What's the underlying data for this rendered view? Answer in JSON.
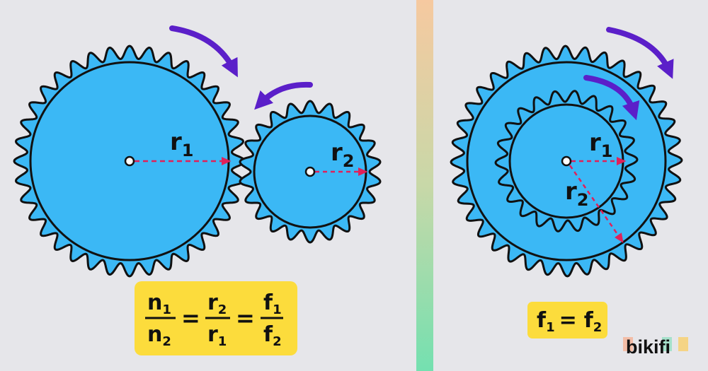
{
  "colors": {
    "background": "#e6e6ea",
    "gear_fill": "#3bb8f5",
    "outline": "#111111",
    "arrow": "#5b1fc9",
    "radius_line": "#e0215a",
    "formula_box": "#fcdc3c",
    "divider_top": "#f6c9a0",
    "divider_bottom": "#74e0b0"
  },
  "left_diagram": {
    "gear1_label": {
      "main": "r",
      "sub": "1"
    },
    "gear2_label": {
      "main": "r",
      "sub": "2"
    },
    "formula": {
      "frac1": {
        "num_main": "n",
        "num_sub": "1",
        "den_main": "n",
        "den_sub": "2"
      },
      "eq1": "=",
      "frac2": {
        "num_main": "r",
        "num_sub": "2",
        "den_main": "r",
        "den_sub": "1"
      },
      "eq2": "=",
      "frac3": {
        "num_main": "f",
        "num_sub": "1",
        "den_main": "f",
        "den_sub": "2"
      }
    }
  },
  "right_diagram": {
    "inner_label": {
      "main": "r",
      "sub": "1"
    },
    "outer_label": {
      "main": "r",
      "sub": "2"
    },
    "formula": {
      "lhs_main": "f",
      "lhs_sub": "1",
      "eq": "=",
      "rhs_main": "f",
      "rhs_sub": "2"
    }
  },
  "logo": {
    "text": "bikifi"
  }
}
